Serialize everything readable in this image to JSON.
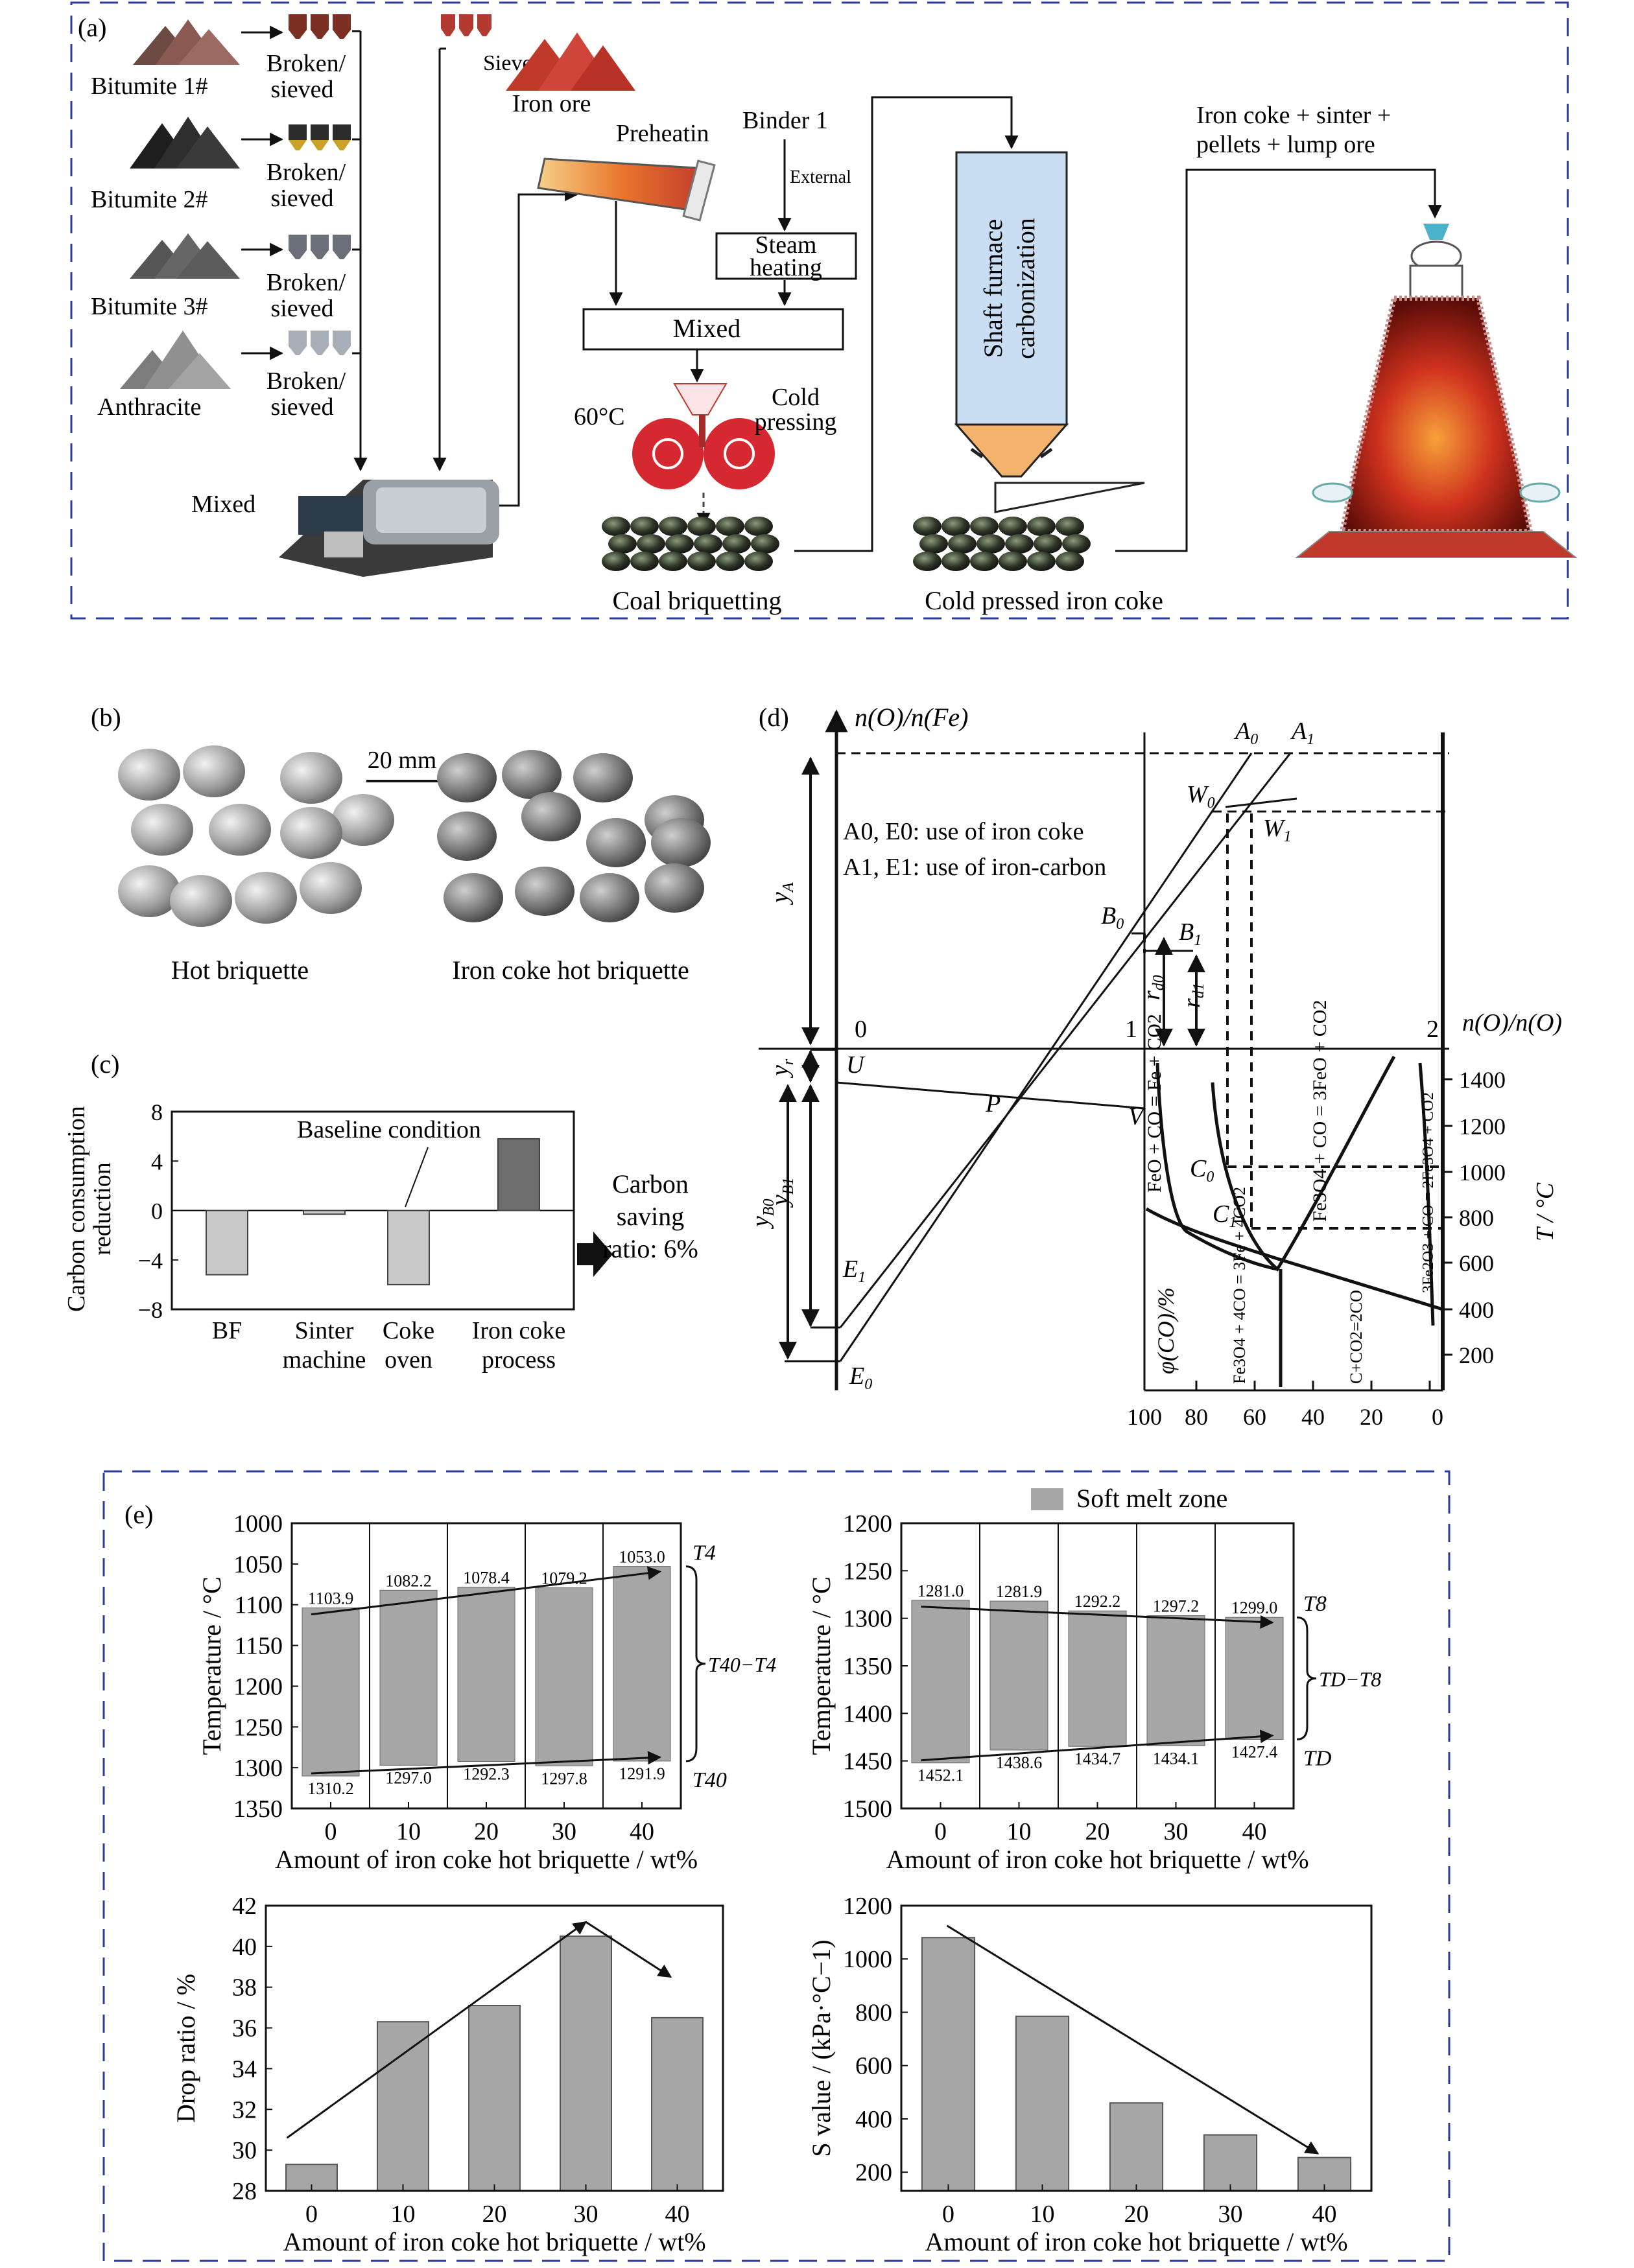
{
  "panel_a": {
    "label": "(a)",
    "bitumite1": "Bitumite 1#",
    "bitumite2": "Bitumite 2#",
    "bitumite3": "Bitumite 3#",
    "anthracite": "Anthracite",
    "broken_l1": "Broken/",
    "broken_l2": "sieved",
    "sieved": "Sieved",
    "iron_ore": "Iron ore",
    "preheatin": "Preheatin",
    "binder": "Binder 1",
    "external": "External",
    "steam_l1": "Steam",
    "steam_l2": "heating",
    "mixed": "Mixed",
    "mixed_left": "Mixed",
    "temp": "60°C",
    "cold_l1": "Cold",
    "cold_l2": "pressing",
    "shaft_l1": "Shaft furnace",
    "shaft_l2": "carbonization",
    "coal_briq": "Coal briquetting",
    "cold_coke": "Cold pressed iron coke",
    "burden_l1": "Iron coke + sinter +",
    "burden_l2": "pellets + lump ore"
  },
  "panel_b": {
    "label": "(b)",
    "scale": "20 mm",
    "hot": "Hot briquette",
    "iron_hot": "Iron coke hot briquette"
  },
  "colors": {
    "dash_border": "#2b3a9a",
    "bar_gray": "#a6a6a6",
    "bar_dark": "#6e6e6e",
    "shaft_blue": "#c9def2",
    "ore_red": "#c0392b"
  },
  "panel_d": {
    "label": "(d)",
    "y_top": "n(O)/n(Fe)",
    "x_right": "n(O)/n(O)",
    "legend1": "A0, E0: use of iron coke",
    "legend2": "A1, E1: use of iron-carbon",
    "t_axis": "T / °C",
    "phi": "φ(CO)/%",
    "t_ticks": [
      "1400",
      "1200",
      "1000",
      "800",
      "600",
      "400",
      "200"
    ],
    "phi_ticks": [
      "100",
      "80",
      "60",
      "40",
      "20",
      "0"
    ],
    "top_ticks": [
      "0",
      "1",
      "2"
    ],
    "r1": "FeO + CO = Fe + CO2",
    "r2": "Fe3O4 + CO = 3FeO + CO2",
    "r3": "3Fe2O3 + CO = 2Fe3O4 + CO2",
    "r4": "Fe3O4 + 4CO = 3Fe + 4CO2",
    "r5": "C+CO2=2CO"
  },
  "chart_data": [
    {
      "id": "c",
      "type": "bar",
      "label": "(c)",
      "ylabel": "Carbon consumption reduction",
      "categories": [
        [
          "BF"
        ],
        [
          "Sinter",
          "machine"
        ],
        [
          "Coke",
          "oven"
        ],
        [
          "Iron coke",
          "process"
        ]
      ],
      "values": [
        -5.2,
        -0.3,
        -6.0,
        5.8
      ],
      "ylim": [
        -8,
        8
      ],
      "yticks": [
        -8,
        -4,
        0,
        4,
        8
      ],
      "annotation": "Baseline condition",
      "side_note": [
        "Carbon",
        "saving",
        "ratio: 6%"
      ]
    },
    {
      "id": "e1",
      "type": "bar",
      "label": "(e)",
      "x": [
        0,
        10,
        20,
        30,
        40
      ],
      "xlabel": "Amount of iron coke hot briquette / wt%",
      "ylabel": "Temperature / °C",
      "ylim": [
        1000,
        1350
      ],
      "yticks": [
        1000,
        1050,
        1100,
        1150,
        1200,
        1250,
        1300,
        1350
      ],
      "inverted_y": true,
      "series": [
        {
          "name": "T4",
          "values": [
            1103.9,
            1082.2,
            1078.4,
            1079.2,
            1053.0
          ]
        },
        {
          "name": "T40",
          "values": [
            1310.2,
            1297.0,
            1292.3,
            1297.8,
            1291.9
          ]
        }
      ],
      "bracket_label": "T40−T4",
      "legend": "Soft melt zone"
    },
    {
      "id": "e2",
      "type": "bar",
      "x": [
        0,
        10,
        20,
        30,
        40
      ],
      "xlabel": "Amount of iron coke hot briquette / wt%",
      "ylabel": "Temperature / °C",
      "ylim": [
        1200,
        1500
      ],
      "yticks": [
        1200,
        1250,
        1300,
        1350,
        1400,
        1450,
        1500
      ],
      "inverted_y": true,
      "series": [
        {
          "name": "T8",
          "values": [
            1281.0,
            1281.9,
            1292.2,
            1297.2,
            1299.0
          ]
        },
        {
          "name": "TD",
          "values": [
            1452.1,
            1438.6,
            1434.7,
            1434.1,
            1427.4
          ]
        }
      ],
      "bracket_label": "TD−T8"
    },
    {
      "id": "e3",
      "type": "bar",
      "x": [
        0,
        10,
        20,
        30,
        40
      ],
      "xlabel": "Amount of iron coke hot briquette / wt%",
      "ylabel": "Drop ratio / %",
      "ylim": [
        28,
        42
      ],
      "yticks": [
        28,
        30,
        32,
        34,
        36,
        38,
        40,
        42
      ],
      "values": [
        29.3,
        36.3,
        37.1,
        40.5,
        36.5
      ]
    },
    {
      "id": "e4",
      "type": "bar",
      "x": [
        0,
        10,
        20,
        30,
        40
      ],
      "xlabel": "Amount of iron coke hot briquette / wt%",
      "ylabel": "S value / (kPa·°C−1)",
      "ylim": [
        130,
        1200
      ],
      "yticks": [
        200,
        400,
        600,
        800,
        1000,
        1200
      ],
      "values": [
        1080,
        785,
        460,
        340,
        255
      ]
    }
  ]
}
